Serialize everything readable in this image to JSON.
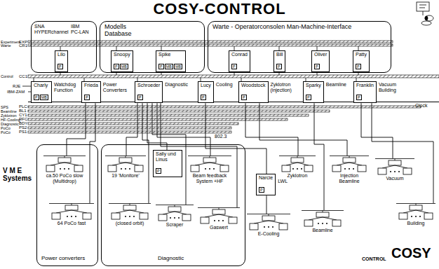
{
  "diagram": {
    "title": "COSY-CONTROL",
    "nodes": [
      {
        "text": [
          "SNA",
          "HYPERchannel",
          "IBM",
          "PC-LAN"
        ]
      },
      {
        "text": [
          "Lilo",
          "P"
        ],
        "in": 0
      },
      {
        "text": [
          "Modells Database"
        ]
      },
      {
        "text": [
          "Snoopy",
          "P",
          "MB"
        ],
        "in": 2
      },
      {
        "text": [
          "Spike",
          "P",
          "MB",
          "MB"
        ],
        "in": 2
      },
      {
        "text": [
          "Warte - Operatorconsolen Man-Machine-Interface"
        ]
      },
      {
        "text": [
          "Conrad",
          "P"
        ],
        "in": 5
      },
      {
        "text": [
          "Bill",
          "P"
        ],
        "in": 5
      },
      {
        "text": [
          "Oliver",
          "P"
        ],
        "in": 5
      },
      {
        "text": [
          "Patty",
          "P"
        ],
        "in": 5
      },
      {
        "text": [
          "Charly",
          "P",
          "MB"
        ]
      },
      {
        "text": [
          "Frieda",
          "P"
        ]
      },
      {
        "text": [
          "Schroeder",
          "P"
        ]
      },
      {
        "text": [
          "Lucy",
          "P"
        ]
      },
      {
        "text": [
          "Woodstock",
          "P"
        ]
      },
      {
        "text": [
          "Sparky",
          "P"
        ]
      },
      {
        "text": [
          "Franklin",
          "P"
        ]
      },
      {
        "text": [
          "Power converters"
        ]
      },
      {
        "text": [
          "Diagnostic"
        ]
      },
      {
        "text": [
          "ca.50 PoCo slow (Multidrop)"
        ],
        "in": 17
      },
      {
        "text": [
          "64 PoCo fast"
        ],
        "in": 17
      },
      {
        "text": [
          "19 'Monitore'"
        ],
        "in": 18
      },
      {
        "text": [
          "Sally und Linus",
          "P"
        ],
        "in": 18
      },
      {
        "text": [
          "Beam feedback System +HF"
        ],
        "in": 18
      },
      {
        "text": [
          "(closed orbit)"
        ],
        "in": 18
      },
      {
        "text": [
          "Scraper"
        ],
        "in": 18
      },
      {
        "text": [
          "Gaswert"
        ],
        "in": 18
      },
      {
        "text": [
          "Zyklotron"
        ]
      },
      {
        "text": [
          "Injection Beamline"
        ]
      },
      {
        "text": [
          "Narcie",
          "P"
        ]
      },
      {
        "text": [
          "E-Cooling"
        ]
      },
      {
        "text": [
          "Beamline"
        ]
      },
      {
        "text": [
          "Vacuum"
        ]
      },
      {
        "text": [
          "Building"
        ]
      }
    ],
    "edges": [
      {
        "from": 11,
        "to": 19,
        "arrow": "none"
      },
      {
        "from": 11,
        "to": 20,
        "arrow": "none"
      },
      {
        "from": 12,
        "to": 21,
        "arrow": "none"
      },
      {
        "from": 12,
        "to": 24,
        "arrow": "none"
      },
      {
        "from": 12,
        "to": 22,
        "arrow": "none"
      },
      {
        "from": 12,
        "to": 25,
        "arrow": "none"
      },
      {
        "from": 12,
        "to": 23,
        "arrow": "none"
      },
      {
        "from": 12,
        "to": 26,
        "arrow": "none"
      },
      {
        "from": 13,
        "to": 29,
        "arrow": "none"
      },
      {
        "from": 29,
        "to": 30,
        "arrow": "none"
      },
      {
        "from": 14,
        "to": 27,
        "arrow": "none"
      },
      {
        "from": 14,
        "to": 28,
        "arrow": "none"
      },
      {
        "from": 15,
        "to": 31,
        "arrow": "none"
      },
      {
        "from": 16,
        "to": 32,
        "arrow": "none"
      },
      {
        "from": 16,
        "to": 33,
        "arrow": "none"
      }
    ],
    "labels": [
      "Experiment",
      "EXP",
      "Warte",
      "CR1",
      "Control",
      "CC1",
      "RJE",
      "IBM-ZAM",
      "SPS",
      "PLC",
      "Beamline",
      "BL1",
      "Zyklotron",
      "CY1",
      "HF-Cooling",
      "RFC",
      "Diagnostic",
      "BDY",
      "PoCo",
      "PS2",
      "PoCo",
      "PS1",
      "Watchdog Function",
      "Power Converters",
      "Diagnostic",
      "Cooling",
      "Zyklotron (injection)",
      "Beamline",
      "Vacuum Building",
      "Clock",
      "802.3",
      "V M E Systems",
      "LWL",
      "CONTROL",
      "COSY"
    ]
  }
}
